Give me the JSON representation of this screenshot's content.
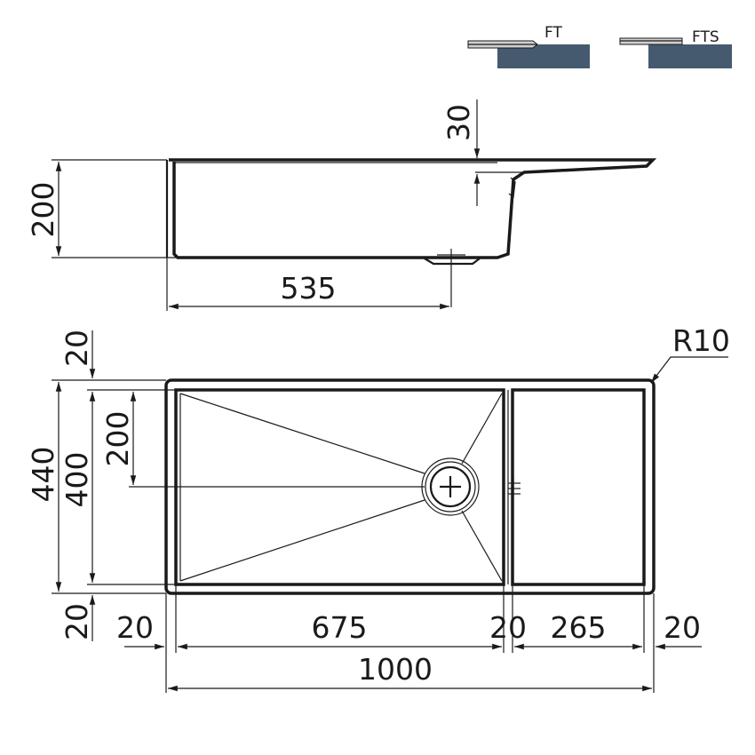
{
  "legend": {
    "ft_label": "FT",
    "fts_label": "FTS",
    "block_color": "#455a6e",
    "plate_color": "#d0d0d0"
  },
  "side_view": {
    "depth_label": "200",
    "drainboard_drop_label": "30",
    "drain_offset_label": "535"
  },
  "top_view": {
    "radius_label": "R10",
    "left_rim_label": "20",
    "outer_depth_label": "440",
    "inner_depth_label": "400",
    "drain_center_label": "200",
    "bottom_rim_label": "20",
    "left_wall_label": "20",
    "bowl_width_label": "675",
    "divider_label": "20",
    "board_width_label": "265",
    "right_wall_label": "20",
    "total_width_label": "1000"
  }
}
